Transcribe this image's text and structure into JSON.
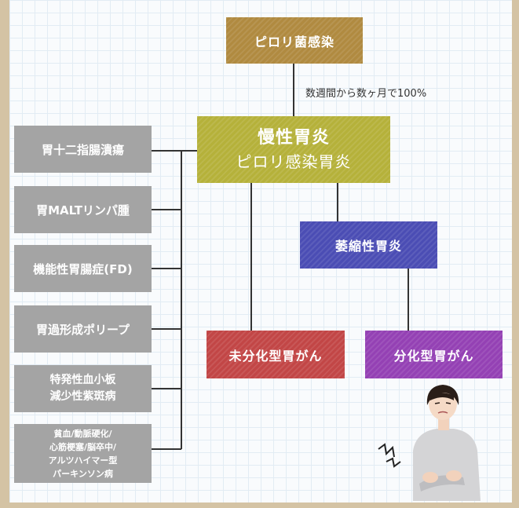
{
  "nodes": {
    "pylori": "ピロリ菌感染",
    "chronic_title": "慢性胃炎",
    "chronic_sub": "ピロリ感染胃炎",
    "atrophic": "萎縮性胃炎",
    "undifferentiated": "未分化型胃がん",
    "differentiated": "分化型胃がん"
  },
  "edge_label": "数週間から数ヶ月で100%",
  "related_diseases": [
    {
      "lines": [
        "胃十二指腸潰瘍"
      ]
    },
    {
      "lines": [
        "胃MALTリンパ腫"
      ]
    },
    {
      "lines": [
        "機能性胃腸症(FD)"
      ]
    },
    {
      "lines": [
        "胃過形成ポリープ"
      ]
    },
    {
      "lines": [
        "特発性血小板",
        "減少性紫斑病"
      ]
    },
    {
      "lines": [
        "貧血/動脈硬化/",
        "心筋梗塞/脳卒中/",
        "アルツハイマー型",
        "パーキンソン病"
      ]
    }
  ],
  "colors": {
    "pylori": "#b08a40",
    "chronic": "#b5b13a",
    "atrophic": "#4b4db4",
    "undifferentiated": "#c24646",
    "differentiated": "#9441b4",
    "related": "#a4a4a4",
    "connector": "#333333"
  },
  "illustration": "woman-holding-stomach-in-pain"
}
